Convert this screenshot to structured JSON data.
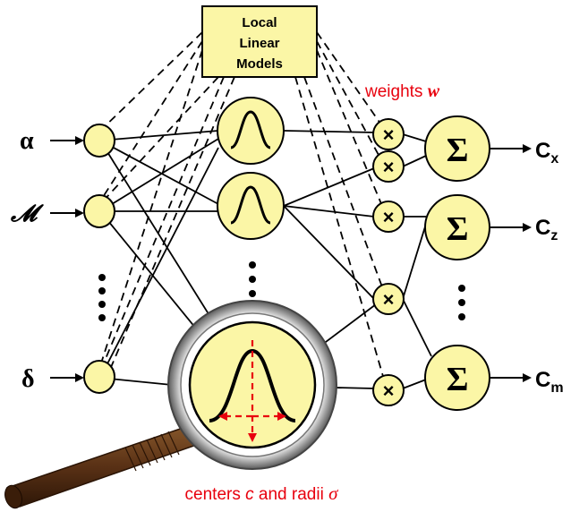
{
  "box": {
    "line1": "Local",
    "line2": "Linear",
    "line3": "Models"
  },
  "inputs": {
    "alpha": "α",
    "mach": "𝓜",
    "delta": "δ",
    "dots": "⋮"
  },
  "operators": {
    "multiply": "×",
    "sum": "Σ"
  },
  "outputs": {
    "cx_main": "C",
    "cx_sub": "x",
    "cz_main": "C",
    "cz_sub": "z",
    "cm_main": "C",
    "cm_sub": "m"
  },
  "annotations": {
    "weights_text": "weights ",
    "weights_symbol": "w",
    "centers_text": "centers ",
    "centers_symbol": "c",
    "and_text": " and radii ",
    "radii_symbol": "σ"
  },
  "colors": {
    "node_fill": "#fbf6a6",
    "box_fill": "#fbf6a6",
    "annotation": "#e8000d",
    "line": "#000000",
    "handle": "#5b3216"
  }
}
